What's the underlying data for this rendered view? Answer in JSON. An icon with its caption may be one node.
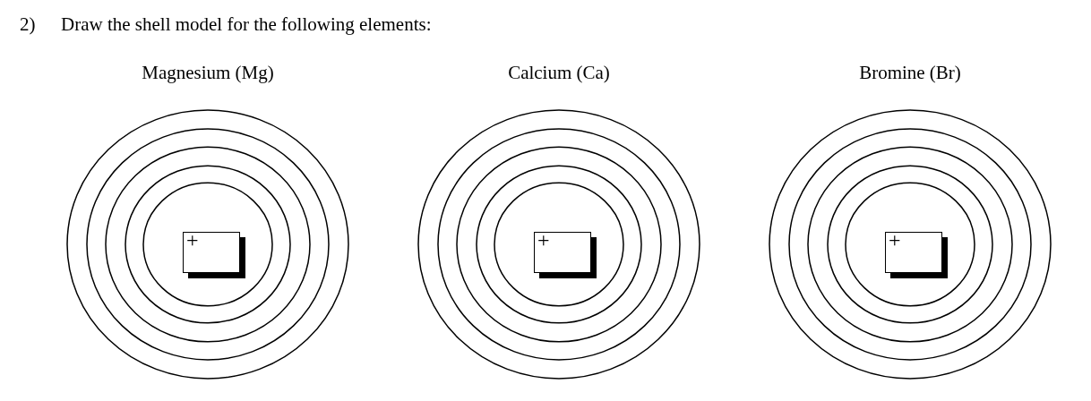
{
  "diagram": {
    "title": "Draw the shell model for the following elements:",
    "nodes": [
      {
        "text": [
          "Magnesium (Mg)"
        ]
      },
      {
        "text": [
          "+"
        ],
        "in": 0
      },
      {
        "text": [
          "Calcium (Ca)"
        ]
      },
      {
        "text": [
          "+"
        ],
        "in": 2
      },
      {
        "text": [
          "Bromine (Br)"
        ]
      },
      {
        "text": [
          "+"
        ],
        "in": 4
      }
    ],
    "labels": [
      "2)"
    ]
  }
}
